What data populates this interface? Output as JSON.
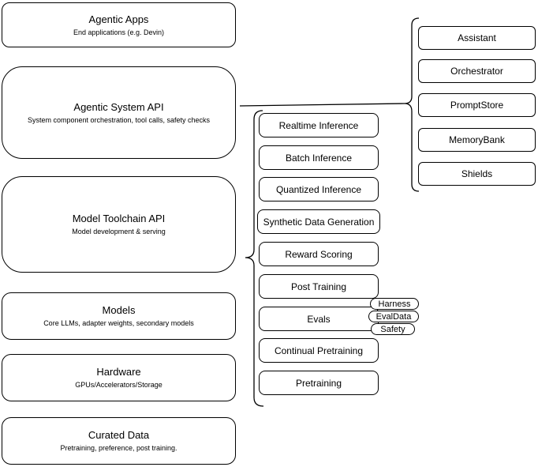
{
  "diagram": {
    "left_column": [
      {
        "title": "Agentic Apps",
        "subtitle": "End applications (e.g. Devin)"
      },
      {
        "title": "Agentic System API",
        "subtitle": "System component orchestration, tool calls, safety checks"
      },
      {
        "title": "Model Toolchain API",
        "subtitle": "Model development & serving"
      },
      {
        "title": "Models",
        "subtitle": "Core LLMs, adapter weights, secondary models"
      },
      {
        "title": "Hardware",
        "subtitle": "GPUs/Accelerators/Storage"
      },
      {
        "title": "Curated Data",
        "subtitle": "Pretraining, preference, post training."
      }
    ],
    "toolchain_services": [
      {
        "label": "Realtime Inference"
      },
      {
        "label": "Batch Inference"
      },
      {
        "label": "Quantized Inference"
      },
      {
        "label": "Synthetic Data Generation"
      },
      {
        "label": "Reward Scoring"
      },
      {
        "label": "Post Training"
      },
      {
        "label": "Evals"
      },
      {
        "label": "Continual Pretraining"
      },
      {
        "label": "Pretraining"
      }
    ],
    "eval_badges": [
      {
        "label": "Harness"
      },
      {
        "label": "EvalData"
      },
      {
        "label": "Safety"
      }
    ],
    "system_components": [
      {
        "label": "Assistant"
      },
      {
        "label": "Orchestrator"
      },
      {
        "label": "PromptStore"
      },
      {
        "label": "MemoryBank"
      },
      {
        "label": "Shields"
      }
    ],
    "colors": {
      "stroke": "#000000",
      "fill": "#ffffff",
      "text": "#000000",
      "background": "#ffffff"
    }
  }
}
